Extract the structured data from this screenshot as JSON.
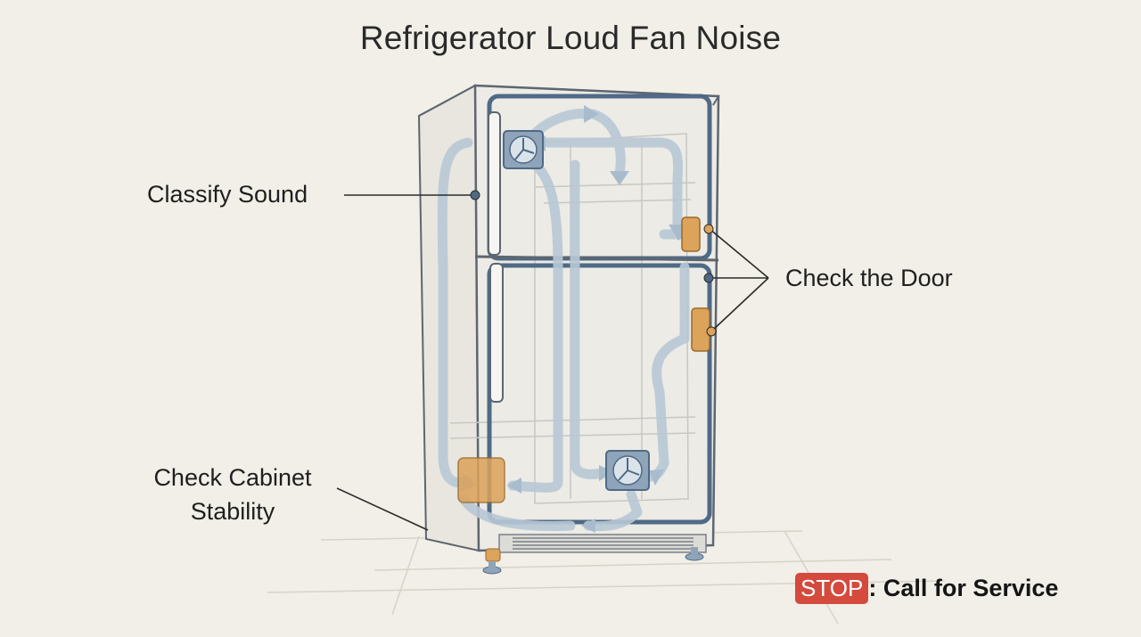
{
  "title": "Refrigerator Loud Fan Noise",
  "callouts": {
    "classify_sound": "Classify Sound",
    "check_door": "Check the Door",
    "check_cabinet_line1": "Check Cabinet",
    "check_cabinet_line2": "Stability"
  },
  "stop": {
    "badge": "STOP",
    "text": ": Call for Service"
  },
  "colors": {
    "background": "#f1efe7",
    "fridge_outline": "#5e6670",
    "gasket": "#4f6a86",
    "airflow": "#b8c8d6",
    "fan": "#8fa4b8",
    "orange_component": "#dca35a",
    "stop_badge": "#d44a3d"
  }
}
